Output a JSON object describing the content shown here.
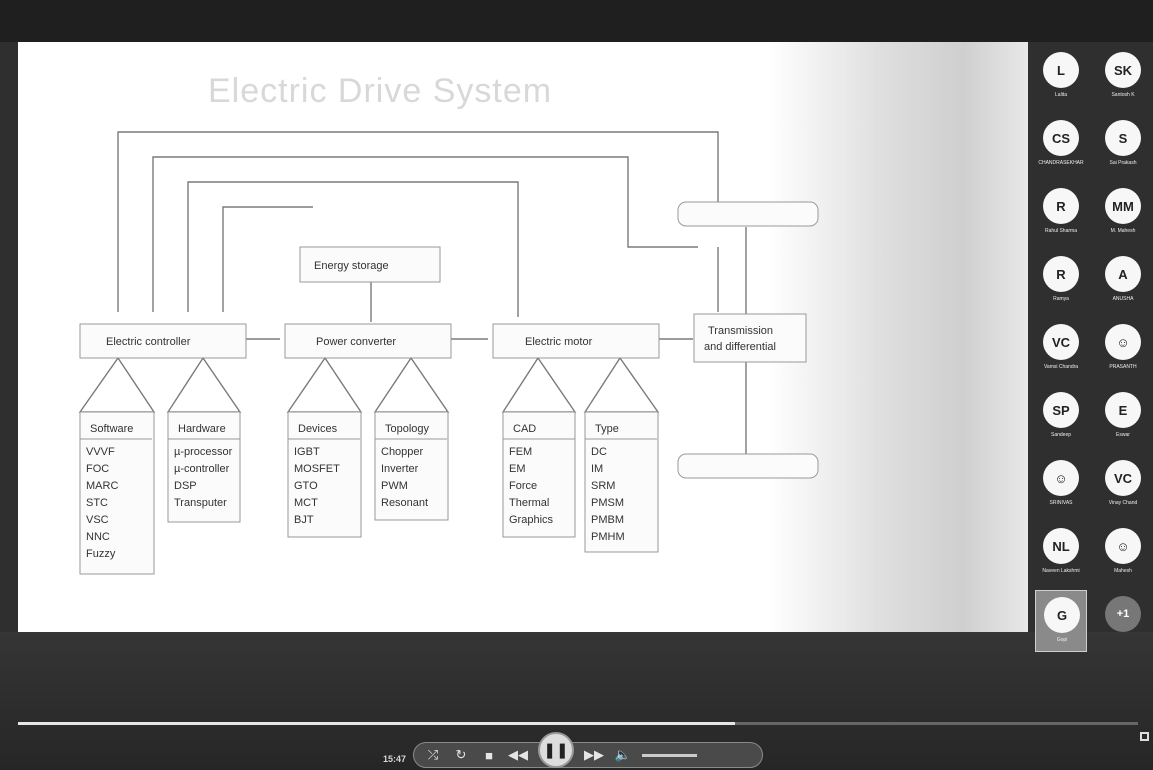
{
  "slide": {
    "title": "Electric Drive System",
    "nodes": {
      "energy_storage": "Energy storage",
      "electric_controller": "Electric controller",
      "power_converter": "Power converter",
      "electric_motor": "Electric motor",
      "transmission_l1": "Transmission",
      "transmission_l2": "and differential"
    },
    "lists": {
      "software": {
        "header": "Software",
        "items": [
          "VVVF",
          "FOC",
          "MARC",
          "STC",
          "VSC",
          "NNC",
          "Fuzzy"
        ]
      },
      "hardware": {
        "header": "Hardware",
        "items": [
          "µ-processor",
          "µ-controller",
          "DSP",
          "Transputer"
        ]
      },
      "devices": {
        "header": "Devices",
        "items": [
          "IGBT",
          "MOSFET",
          "GTO",
          "MCT",
          "BJT"
        ]
      },
      "topology": {
        "header": "Topology",
        "items": [
          "Chopper",
          "Inverter",
          "PWM",
          "Resonant"
        ]
      },
      "cad": {
        "header": "CAD",
        "items": [
          "FEM",
          "EM",
          "Force",
          "Thermal",
          "Graphics"
        ]
      },
      "type": {
        "header": "Type",
        "items": [
          "DC",
          "IM",
          "SRM",
          "PMSM",
          "PMBM",
          "PMHM"
        ]
      }
    }
  },
  "participants": [
    {
      "initials": "L",
      "name": "Lalita"
    },
    {
      "initials": "SK",
      "name": "Santosh K"
    },
    {
      "initials": "CS",
      "name": "CHANDRASEKHAR"
    },
    {
      "initials": "S",
      "name": "Sai Prakash"
    },
    {
      "initials": "R",
      "name": "Rahul Sharma"
    },
    {
      "initials": "MM",
      "name": "M. Mahesh"
    },
    {
      "initials": "R",
      "name": "Ramya"
    },
    {
      "initials": "A",
      "name": "ANUSHA"
    },
    {
      "initials": "VC",
      "name": "Vamsi Chandra"
    },
    {
      "initials": "",
      "name": "PRASANTH"
    },
    {
      "initials": "SP",
      "name": "Sandeep"
    },
    {
      "initials": "E",
      "name": "Eswar"
    },
    {
      "initials": "",
      "name": "SRINIVAS"
    },
    {
      "initials": "VC",
      "name": "Vinay Chand"
    },
    {
      "initials": "NL",
      "name": "Naveen Lakshmi"
    },
    {
      "initials": "",
      "name": "Mahesh"
    },
    {
      "initials": "G",
      "name": "Gopi"
    },
    {
      "initials": "+1",
      "name": ""
    }
  ],
  "player": {
    "time": "15:47",
    "progress_fraction": 0.64
  }
}
